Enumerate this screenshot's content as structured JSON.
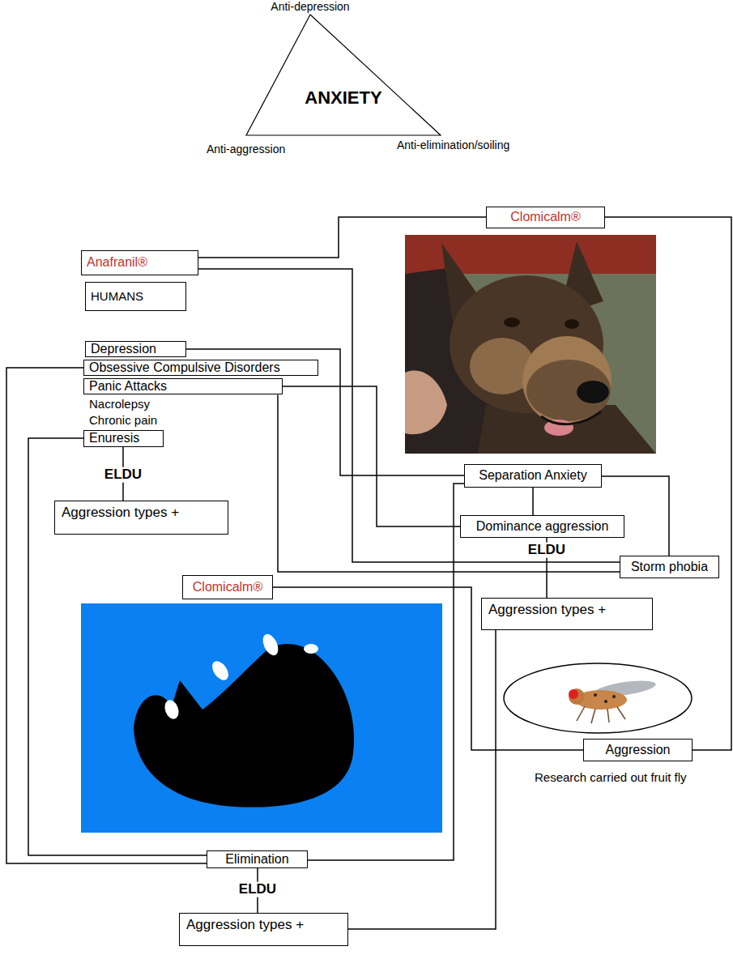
{
  "diagram": {
    "nodes": [
      {
        "text": [
          "ANXIETY"
        ]
      },
      {
        "text": [
          "Clomicalm®"
        ]
      },
      {
        "text": [
          "Anafranil®"
        ]
      },
      {
        "text": [
          "HUMANS"
        ]
      },
      {
        "text": [
          "Depression"
        ]
      },
      {
        "text": [
          "Obsessive Compulsive Disorders"
        ]
      },
      {
        "text": [
          "Panic Attacks"
        ]
      },
      {
        "text": [
          "Enuresis"
        ]
      },
      {
        "text": [
          "Aggression types +"
        ]
      },
      {
        "text": [
          "Separation Anxiety"
        ]
      },
      {
        "text": [
          "Dominance aggression"
        ]
      },
      {
        "text": [
          "Storm phobia"
        ]
      },
      {
        "text": [
          "Clomicalm®"
        ]
      },
      {
        "text": [
          "Aggression types +"
        ]
      },
      {
        "text": [
          "Aggression"
        ]
      },
      {
        "text": [
          "Elimination"
        ]
      },
      {
        "text": [
          "Aggression types +"
        ]
      }
    ],
    "edges": [
      {
        "from": 1,
        "to": 2,
        "arrow": "none"
      },
      {
        "from": 2,
        "to": 11,
        "arrow": "none"
      },
      {
        "from": 4,
        "to": 9,
        "arrow": "none"
      },
      {
        "from": 6,
        "to": 10,
        "arrow": "none"
      },
      {
        "from": 6,
        "to": 11,
        "arrow": "none"
      },
      {
        "from": 5,
        "to": 15,
        "arrow": "none"
      },
      {
        "from": 7,
        "to": 15,
        "arrow": "none"
      },
      {
        "from": 7,
        "to": 8,
        "label": "ELDU",
        "arrow": "none"
      },
      {
        "from": 9,
        "to": 10,
        "arrow": "none"
      },
      {
        "from": 9,
        "to": 11,
        "arrow": "none"
      },
      {
        "from": 9,
        "to": 15,
        "arrow": "none"
      },
      {
        "from": 10,
        "to": 13,
        "label": "ELDU",
        "arrow": "none"
      },
      {
        "from": 12,
        "to": 14,
        "arrow": "none"
      },
      {
        "from": 1,
        "to": 14,
        "arrow": "none"
      },
      {
        "from": 13,
        "to": 16,
        "arrow": "none"
      },
      {
        "from": 15,
        "to": 16,
        "label": "ELDU",
        "arrow": "none"
      }
    ],
    "labels": [
      "Anti-depression",
      "Anti-aggression",
      "Anti-elimination/soiling",
      "Nacrolepsy",
      "Chronic pain",
      "Research carried out fruit fly"
    ]
  }
}
